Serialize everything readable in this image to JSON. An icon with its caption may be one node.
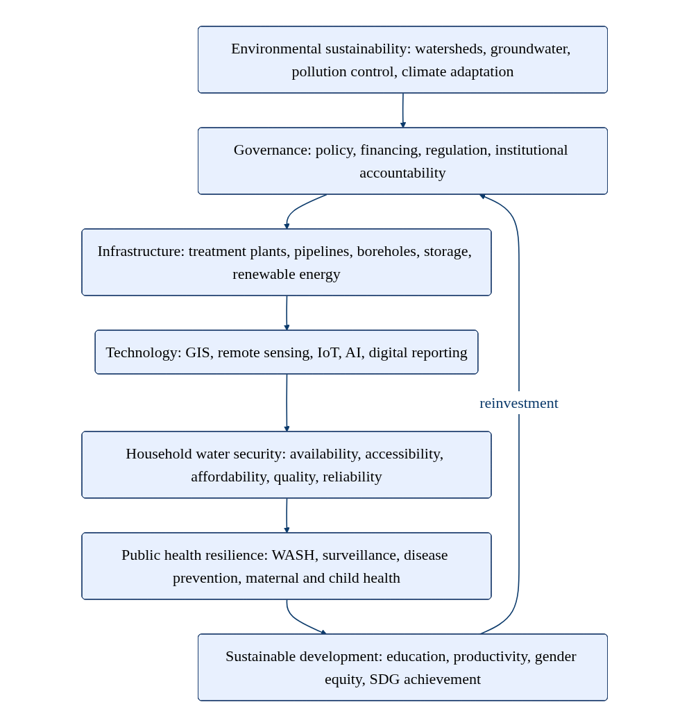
{
  "diagram": {
    "nodes": [
      {
        "text": [
          "Environmental sustainability: watersheds, groundwater, pollution control, climate adaptation"
        ]
      },
      {
        "text": [
          "Governance: policy, financing, regulation, institutional accountability"
        ]
      },
      {
        "text": [
          "Infrastructure: treatment plants, pipelines, boreholes, storage, renewable energy"
        ]
      },
      {
        "text": [
          "Technology: GIS, remote sensing, IoT, AI, digital reporting"
        ]
      },
      {
        "text": [
          "Household water security: availability, accessibility, affordability, quality, reliability"
        ]
      },
      {
        "text": [
          "Public health resilience: WASH, surveillance, disease prevention, maternal and child health"
        ]
      },
      {
        "text": [
          "Sustainable development: education, productivity, gender equity, SDG achievement"
        ]
      }
    ],
    "edges": [
      {
        "from": 0,
        "to": 1,
        "arrow": "to"
      },
      {
        "from": 1,
        "to": 2,
        "arrow": "to"
      },
      {
        "from": 2,
        "to": 3,
        "arrow": "to"
      },
      {
        "from": 3,
        "to": 4,
        "arrow": "to"
      },
      {
        "from": 4,
        "to": 5,
        "arrow": "to"
      },
      {
        "from": 5,
        "to": 6,
        "arrow": "to"
      },
      {
        "from": 6,
        "to": 1,
        "arrow": "to",
        "label": "reinvestment"
      }
    ]
  }
}
